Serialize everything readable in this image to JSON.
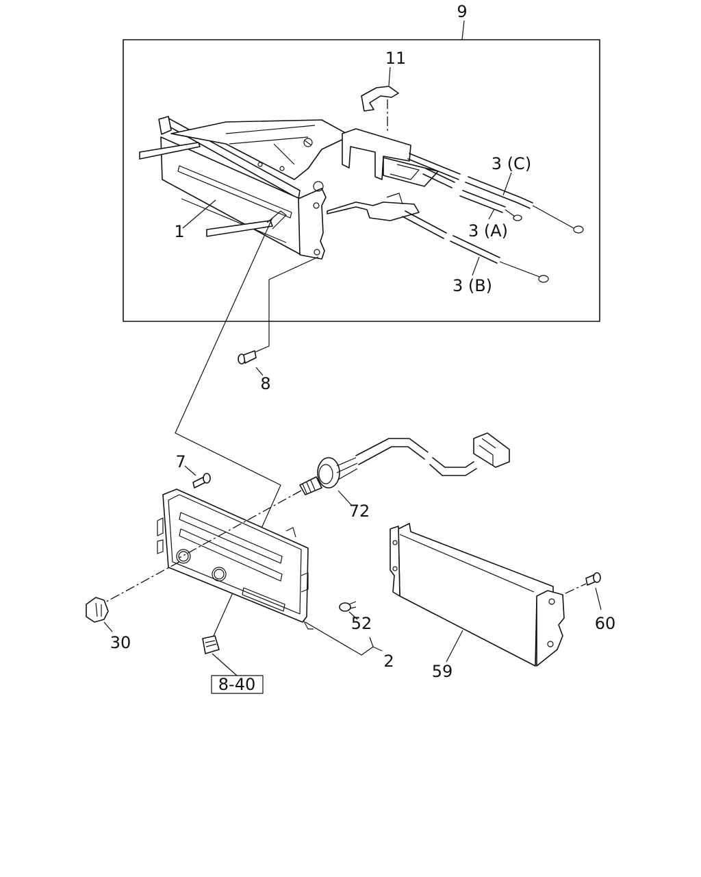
{
  "callouts": {
    "c9": "9",
    "c11": "11",
    "c3c": "3 (C)",
    "c3a": "3 (A)",
    "c3b": "3 (B)",
    "c1": "1",
    "c8": "8",
    "c7": "7",
    "c72": "72",
    "c30": "30",
    "c52": "52",
    "c2": "2",
    "c59": "59",
    "c60": "60",
    "ref": "8-40"
  }
}
